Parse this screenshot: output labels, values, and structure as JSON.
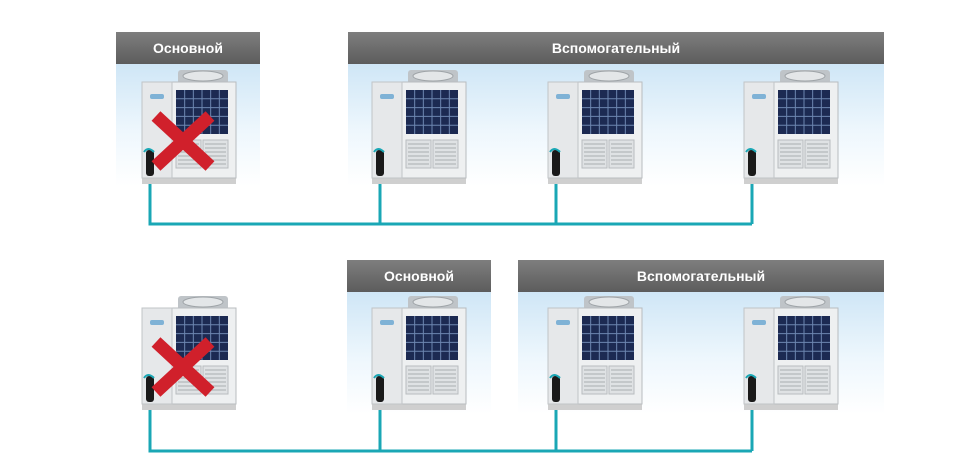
{
  "rows": [
    {
      "labels": {
        "master": "Основной",
        "slave": "Вспомогательный"
      },
      "failed_unit_index": 0,
      "units": [
        {
          "role": "master",
          "brand_icon": "midea-logo-icon",
          "failed": true
        },
        {
          "role": "slave",
          "brand_icon": "midea-logo-icon",
          "failed": false
        },
        {
          "role": "slave",
          "brand_icon": "midea-logo-icon",
          "failed": false
        },
        {
          "role": "slave",
          "brand_icon": "midea-logo-icon",
          "failed": false
        }
      ]
    },
    {
      "labels": {
        "master": "Основной",
        "slave": "Вспомогательный"
      },
      "failed_unit_index": 0,
      "units": [
        {
          "role": "none",
          "brand_icon": "midea-logo-icon",
          "failed": true
        },
        {
          "role": "master",
          "brand_icon": "midea-logo-icon",
          "failed": false
        },
        {
          "role": "slave",
          "brand_icon": "midea-logo-icon",
          "failed": false
        },
        {
          "role": "slave",
          "brand_icon": "midea-logo-icon",
          "failed": false
        }
      ]
    }
  ],
  "colors": {
    "header": "#6b6b6b",
    "connection_line": "#1aa7b5",
    "fail_mark": "#d0202b",
    "panel_top": "#cfe6f6"
  },
  "icons": {
    "failure": "red-cross-icon",
    "unit": "outdoor-ac-unit-icon"
  }
}
